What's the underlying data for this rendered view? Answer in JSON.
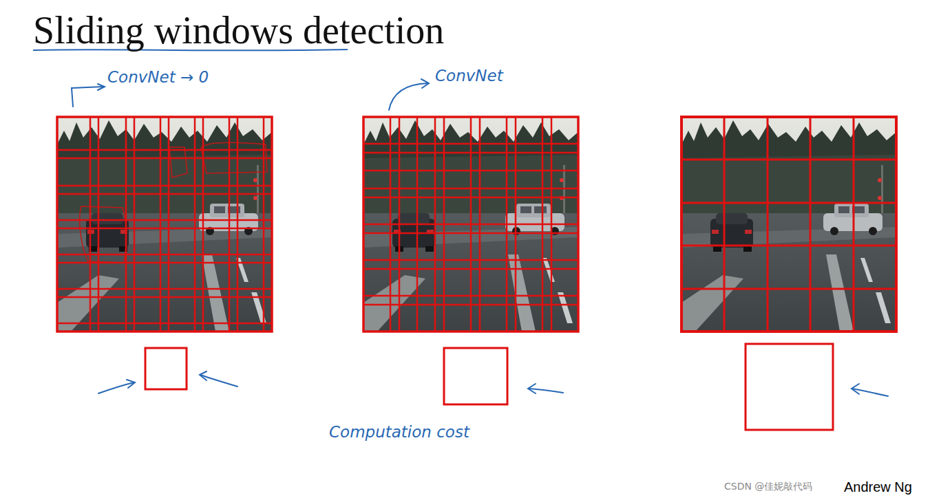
{
  "diagram": {
    "title": "Sliding windows detection",
    "labels": [
      "ConvNet → 0",
      "ConvNet",
      "Computation cost",
      "CSDN @佳妮敲代码",
      "Andrew Ng"
    ]
  }
}
